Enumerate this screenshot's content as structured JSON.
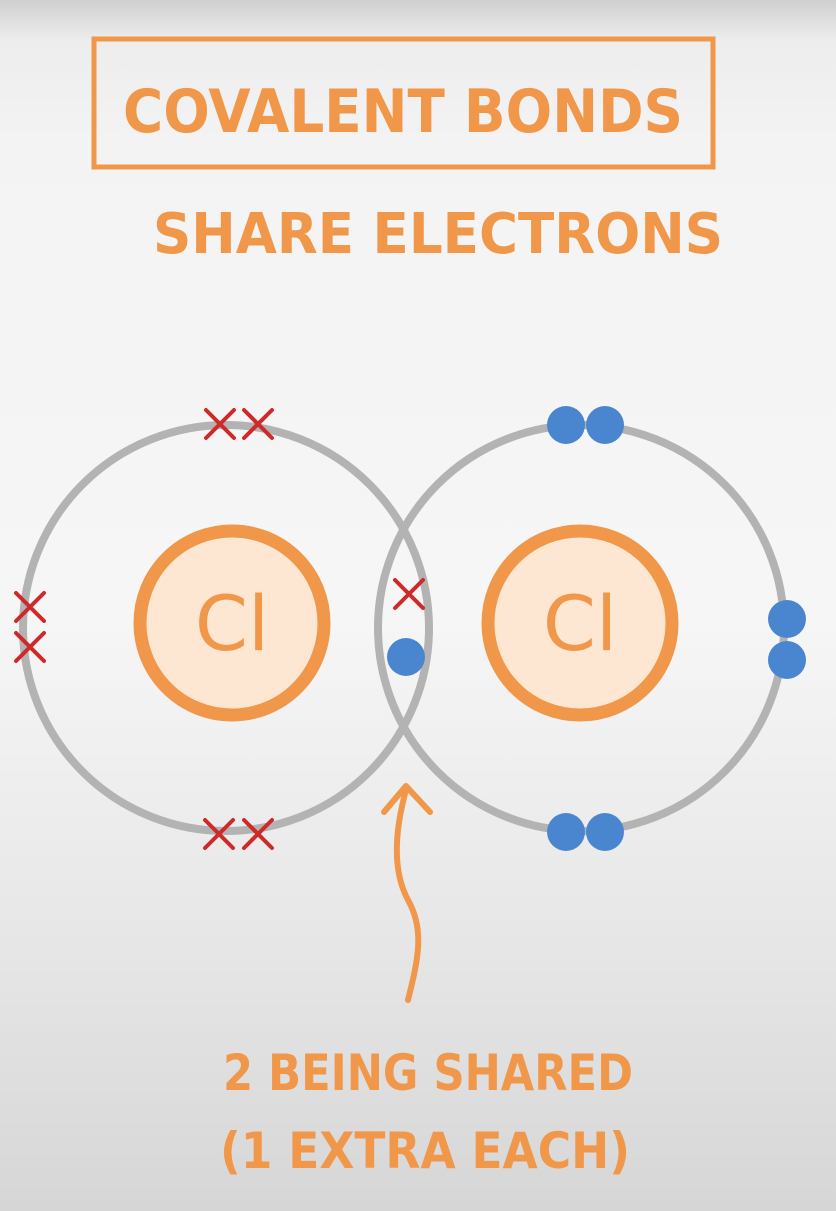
{
  "title": "Covalent Bonds",
  "subtitle": "Share Electrons",
  "atoms": [
    {
      "symbol": "Cl"
    },
    {
      "symbol": "Cl"
    }
  ],
  "caption": {
    "line1": "2 Being Shared",
    "line2": "(1 Extra Each)"
  },
  "colors": {
    "accent": "#f0974a",
    "nucleus_fill": "#fde7d2",
    "shell": "#b3b3b3",
    "cross": "#cf2a2a",
    "dot": "#4a86cf"
  }
}
